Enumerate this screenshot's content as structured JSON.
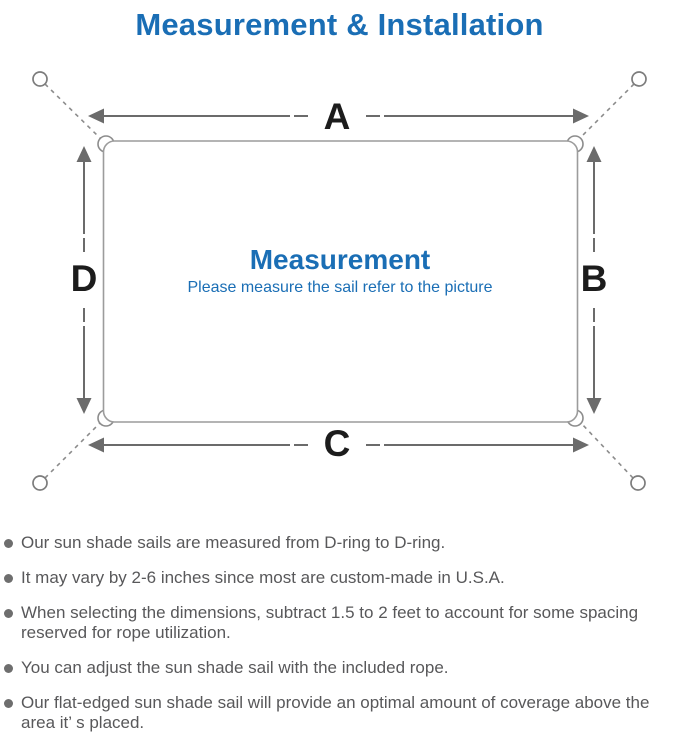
{
  "page": {
    "title": "Measurement & Installation"
  },
  "diagram": {
    "labels": {
      "top": "A",
      "right": "B",
      "bottom": "C",
      "left": "D"
    },
    "center": {
      "heading": "Measurement",
      "subheading": "Please measure the sail refer to the picture"
    },
    "icons": [
      "anchor-ring-icon",
      "d-ring-icon",
      "dimension-arrow"
    ],
    "colors": {
      "accent_blue": "#1a6eb5",
      "sail_outline": "#9c9c9c",
      "arrow_gray": "#6b6b6b",
      "label_black": "#1c1c1c",
      "dash_gray": "#8c8c8c"
    }
  },
  "notes": {
    "text_color": "#58585a",
    "items": [
      "Our sun shade sails are measured from D-ring to D-ring.",
      "It may vary by 2-6 inches since most are custom-made in U.S.A.",
      "When selecting the dimensions, subtract 1.5 to 2 feet to account for some spacing reserved for rope utilization.",
      "You can adjust the sun shade sail with the included rope.",
      "Our flat-edged sun shade sail will provide an optimal amount of coverage above the area it’ s placed."
    ]
  }
}
